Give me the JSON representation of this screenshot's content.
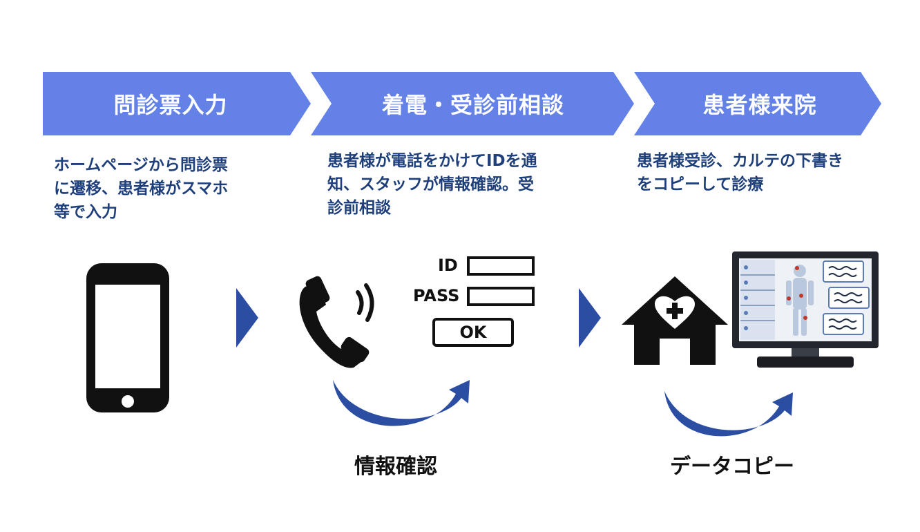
{
  "steps": [
    {
      "label": "問診票入力",
      "desc_lines": [
        "ホームページから問診票",
        "に遷移、患者様がスマホ",
        "等で入力"
      ]
    },
    {
      "label": "着電・受診前相談",
      "desc_lines": [
        "患者様が電話をかけてIDを通",
        "知、スタッフが情報確認。受",
        "診前相談"
      ]
    },
    {
      "label": "患者様来院",
      "desc_lines": [
        "患者様受診、カルテの下書き",
        "をコピーして診療"
      ]
    }
  ],
  "login_form": {
    "id_label": "ID",
    "pass_label": "PASS",
    "ok_label": "OK"
  },
  "captions": {
    "info_check": "情報確認",
    "data_copy": "データコピー"
  },
  "colors": {
    "banner": "#6381e6",
    "arrow": "#2b4ea3",
    "description_text": "#1f3f7a"
  },
  "icons": [
    "smartphone-icon",
    "phone-handset-icon",
    "login-form-icon",
    "clinic-house-icon",
    "medical-monitor-icon",
    "curved-arrow-icon",
    "triangle-arrow-icon"
  ]
}
